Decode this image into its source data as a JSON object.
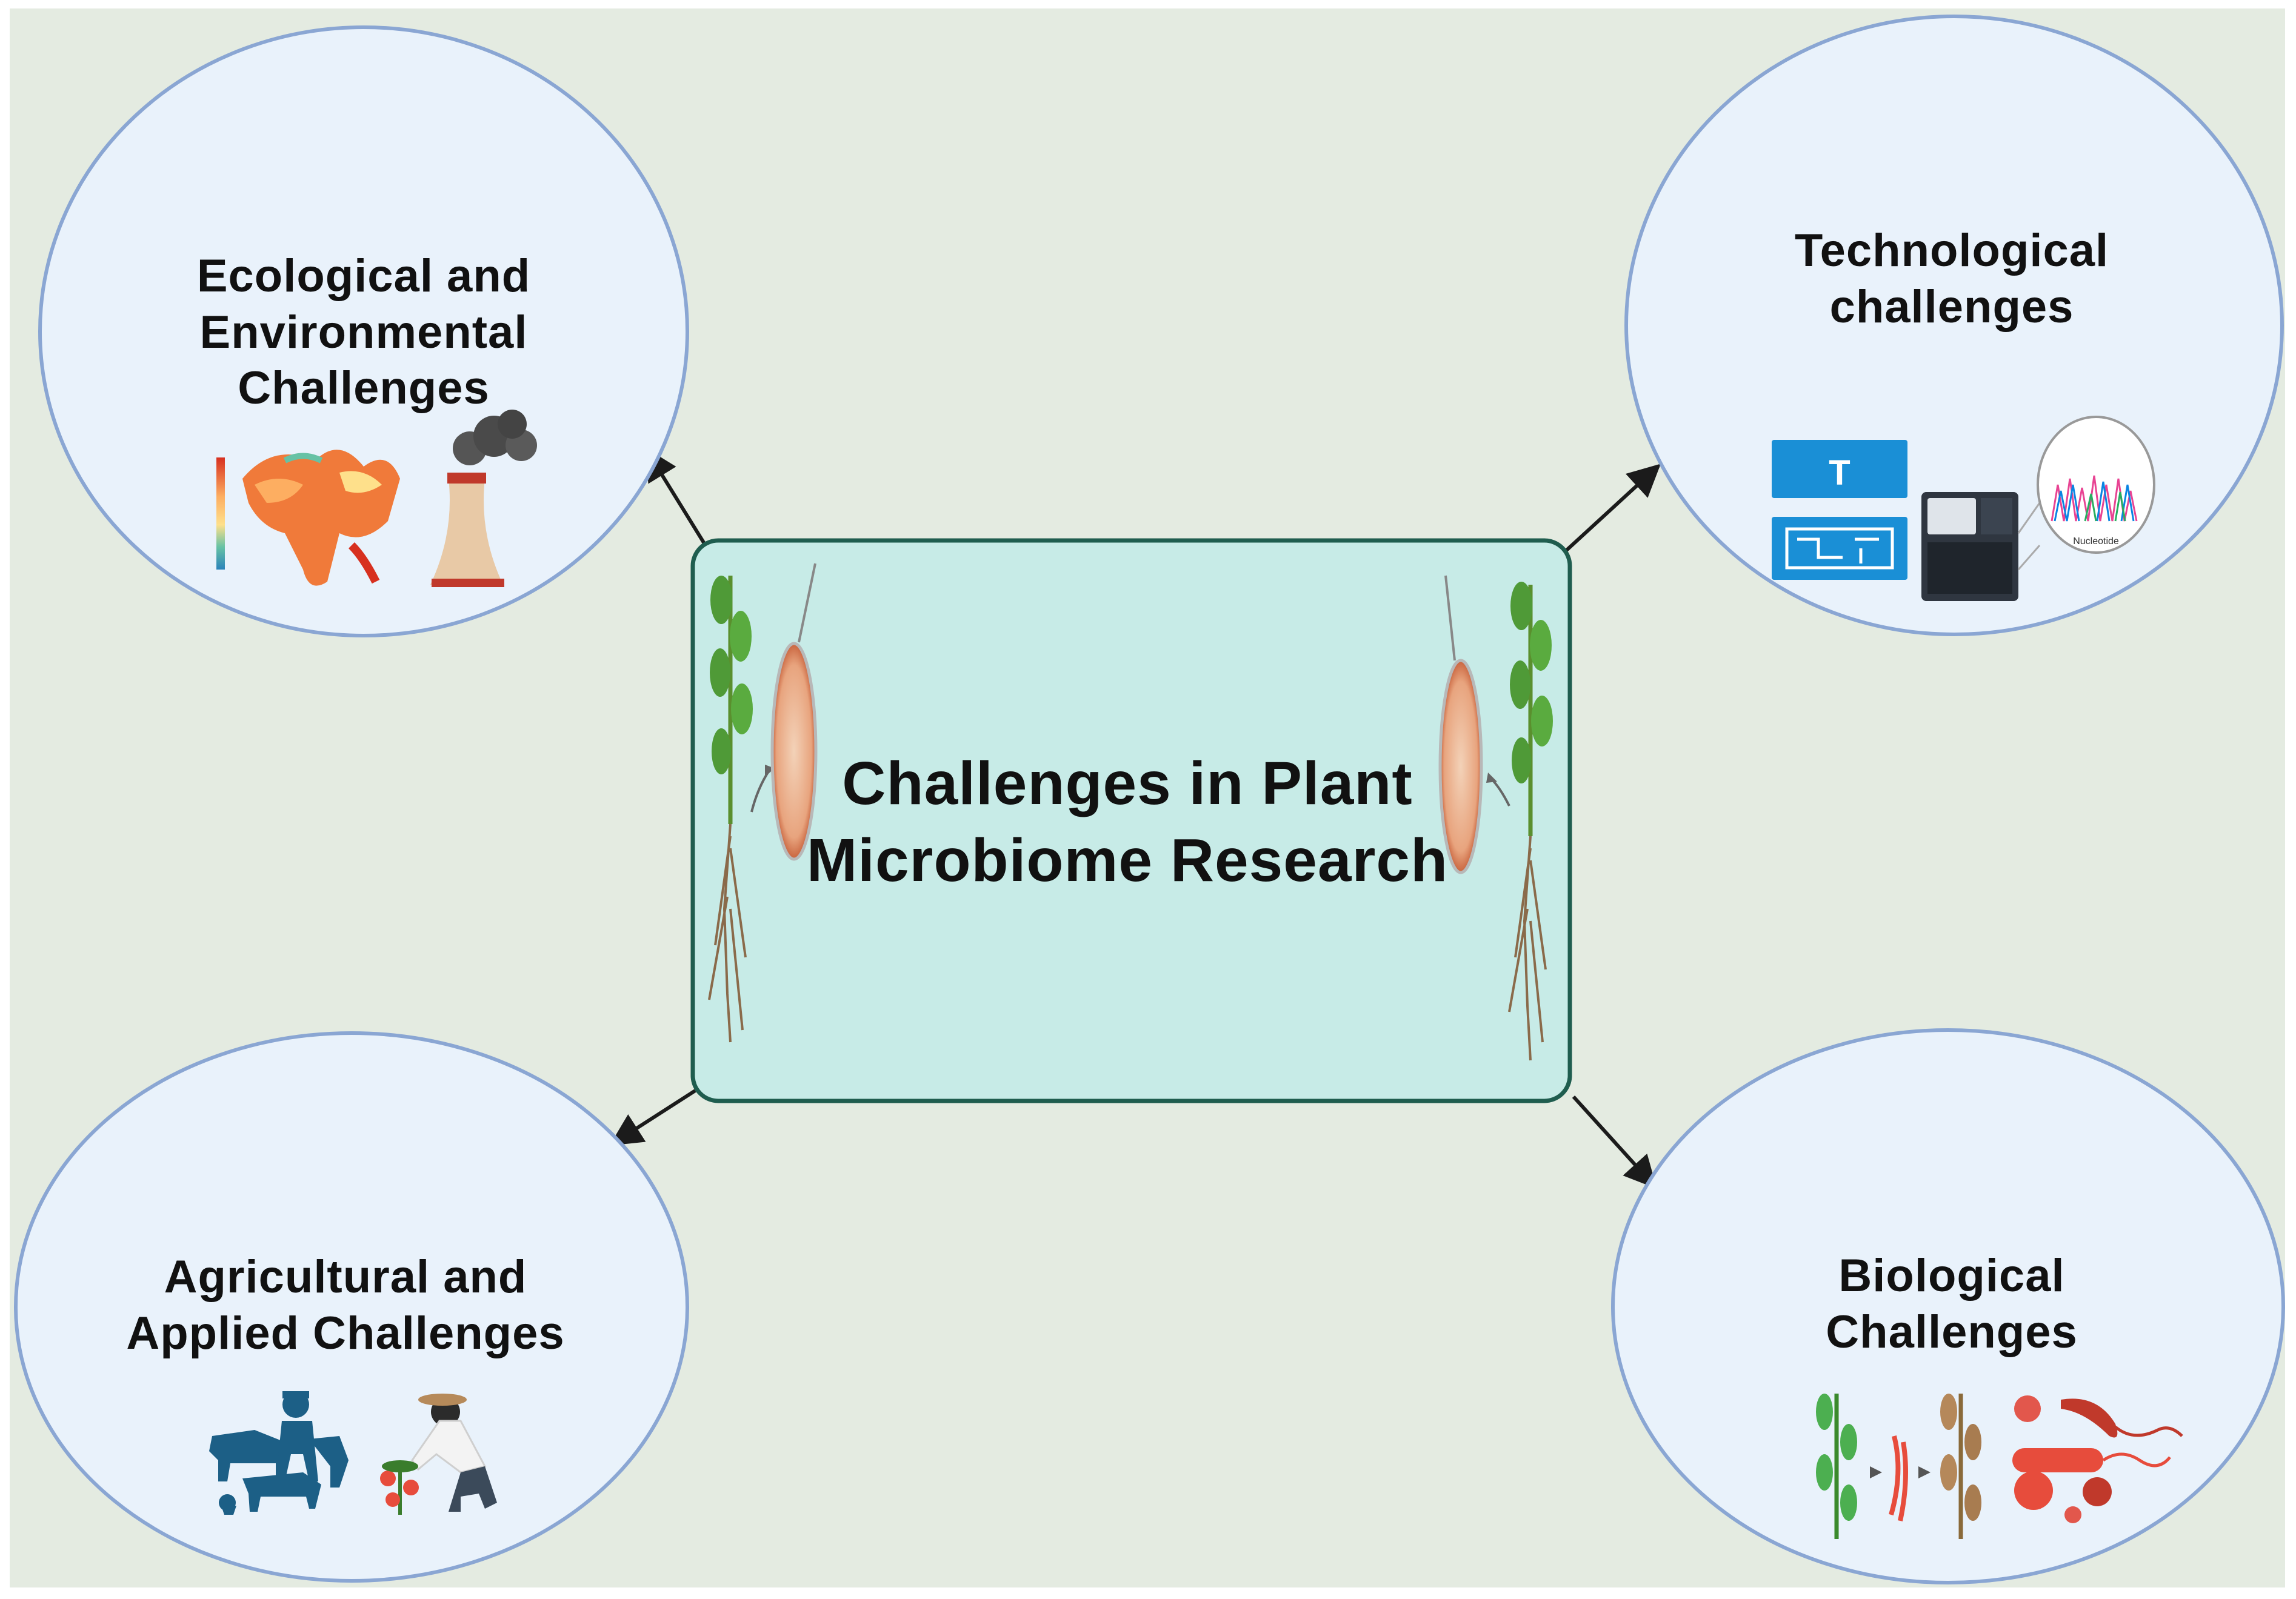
{
  "colors": {
    "background": "#e4ebe1",
    "circle_fill": "#e9f2fb",
    "circle_stroke": "#8aa6d3",
    "center_fill": "#c7ebe7",
    "center_stroke": "#1f5d4f",
    "arrow": "#1b1b1b"
  },
  "center": {
    "title_line1": "Challenges in Plant",
    "title_line2": "Microbiome Research"
  },
  "nodes": {
    "ecological": {
      "line1": "Ecological and",
      "line2": "Environmental",
      "line3": "Challenges",
      "icons": [
        "world-heat-map-icon",
        "factory-smokestack-icon"
      ]
    },
    "technological": {
      "line1": "Technological",
      "line2": "challenges",
      "icons": [
        "tablet-t-icon",
        "sequencer-machine-icon",
        "chromatogram-icon"
      ],
      "chromatogram_caption": "Nucleotide"
    },
    "agricultural": {
      "line1": "Agricultural and",
      "line2": "Applied Challenges",
      "icons": [
        "livestock-farmer-icon",
        "gardener-tomato-icon"
      ]
    },
    "biological": {
      "line1": "Biological",
      "line2": "Challenges",
      "icons": [
        "plant-progression-icon",
        "microbes-icon"
      ]
    }
  }
}
